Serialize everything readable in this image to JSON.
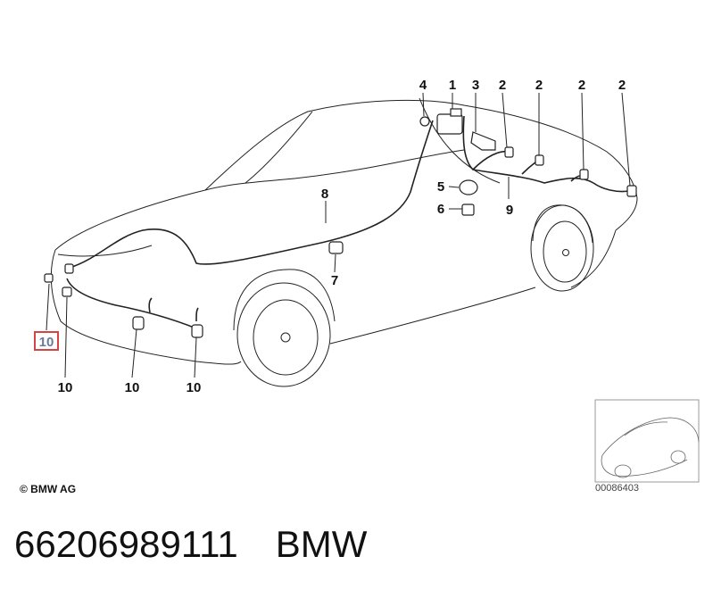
{
  "callouts": {
    "c4": "4",
    "c1": "1",
    "c3": "3",
    "c2a": "2",
    "c2b": "2",
    "c2c": "2",
    "c2d": "2",
    "c8": "8",
    "c5": "5",
    "c6": "6",
    "c9": "9",
    "c7": "7",
    "c10_highlight": "10",
    "c10a": "10",
    "c10b": "10",
    "c10c": "10"
  },
  "copyright": "© BMW AG",
  "thumbnail_code": "00086403",
  "part": {
    "number": "66206989111",
    "brand": "BMW"
  },
  "colors": {
    "highlight": "#d64545",
    "highlight_text": "#6b7a9a",
    "line": "#222222"
  }
}
